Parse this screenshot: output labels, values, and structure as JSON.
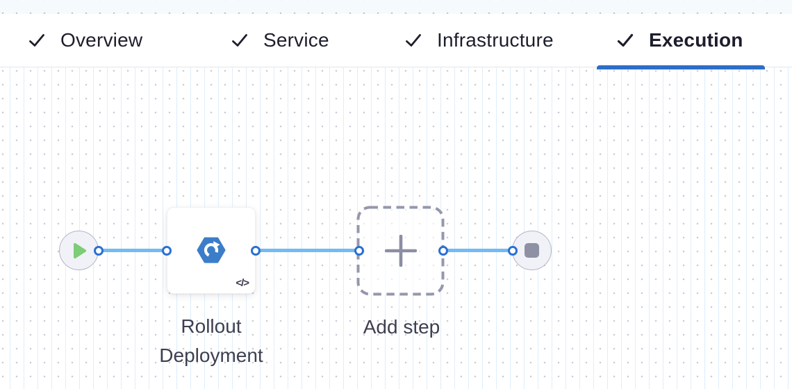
{
  "tabs": [
    {
      "label": "Overview",
      "completed": true,
      "active": false
    },
    {
      "label": "Service",
      "completed": true,
      "active": false
    },
    {
      "label": "Infrastructure",
      "completed": true,
      "active": false
    },
    {
      "label": "Execution",
      "completed": true,
      "active": true
    }
  ],
  "pipeline": {
    "nodes": [
      {
        "id": "start",
        "type": "start-node",
        "icon": "play-icon"
      },
      {
        "id": "rollout-deployment",
        "type": "execution-step",
        "label": "Rollout Deployment",
        "icon": "rollout-deployment-hexagon-icon",
        "badge_icon": "code-icon",
        "badge_glyph": "</>"
      },
      {
        "id": "add-step",
        "type": "add-step-placeholder",
        "label": "Add step",
        "icon": "plus-icon"
      },
      {
        "id": "end",
        "type": "end-node",
        "icon": "stop-icon"
      }
    ],
    "connectors": [
      {
        "from": "start",
        "to": "rollout-deployment"
      },
      {
        "from": "rollout-deployment",
        "to": "add-step"
      },
      {
        "from": "add-step",
        "to": "end"
      }
    ]
  },
  "colors": {
    "active_tab_underline": "#2e6ec9",
    "tab_text": "#1d1e2c",
    "connector_line": "#73bbf2",
    "connector_port_ring": "#2b6fd3",
    "step_icon_blue": "#3c7dc9",
    "play_green": "#7ccd76",
    "node_gray_fill": "#f1f1f8",
    "node_gray_border": "#b4b5c7",
    "end_square_gray": "#8e90a4",
    "dashed_border_gray": "#9598ac",
    "label_text": "#3e3f50"
  }
}
